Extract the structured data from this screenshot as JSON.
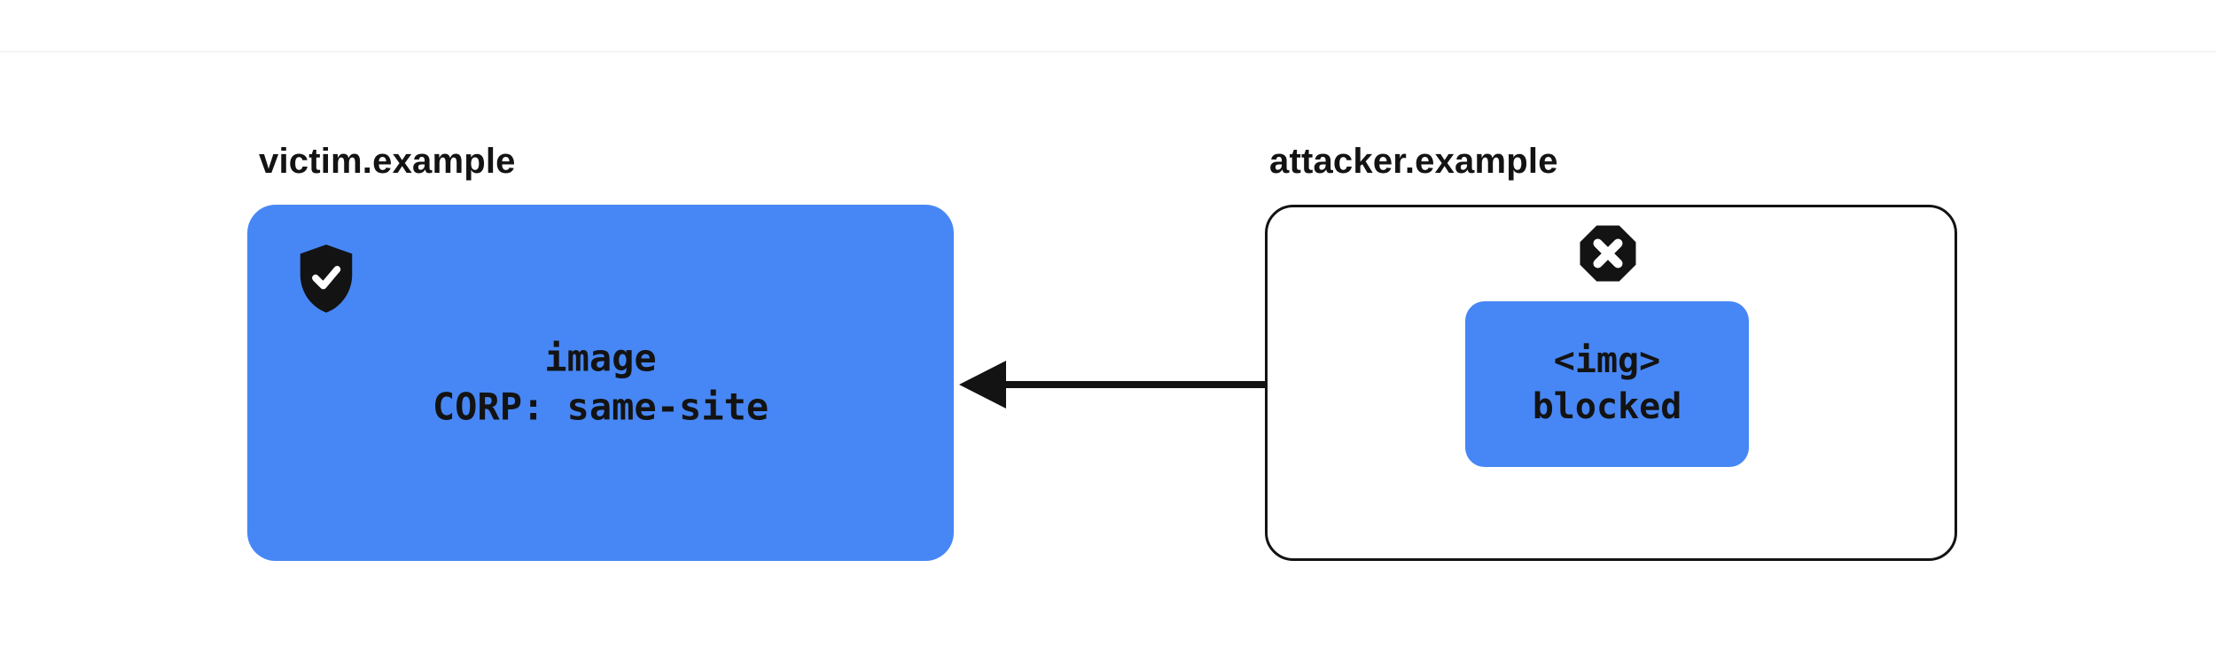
{
  "victim": {
    "domain": "victim.example",
    "icon": "shield-check-icon",
    "resource": {
      "line1": "image",
      "line2": "CORP: same-site"
    }
  },
  "attacker": {
    "domain": "attacker.example",
    "icon": "blocked-x-icon",
    "request": {
      "line1": "<img>",
      "line2": "blocked"
    }
  },
  "arrow": {
    "direction": "right-to-left",
    "meaning": "cross-origin request from attacker.example to victim.example"
  },
  "colors": {
    "accent_blue": "#4787F5",
    "ink_black": "#131313",
    "background": "#ffffff"
  }
}
